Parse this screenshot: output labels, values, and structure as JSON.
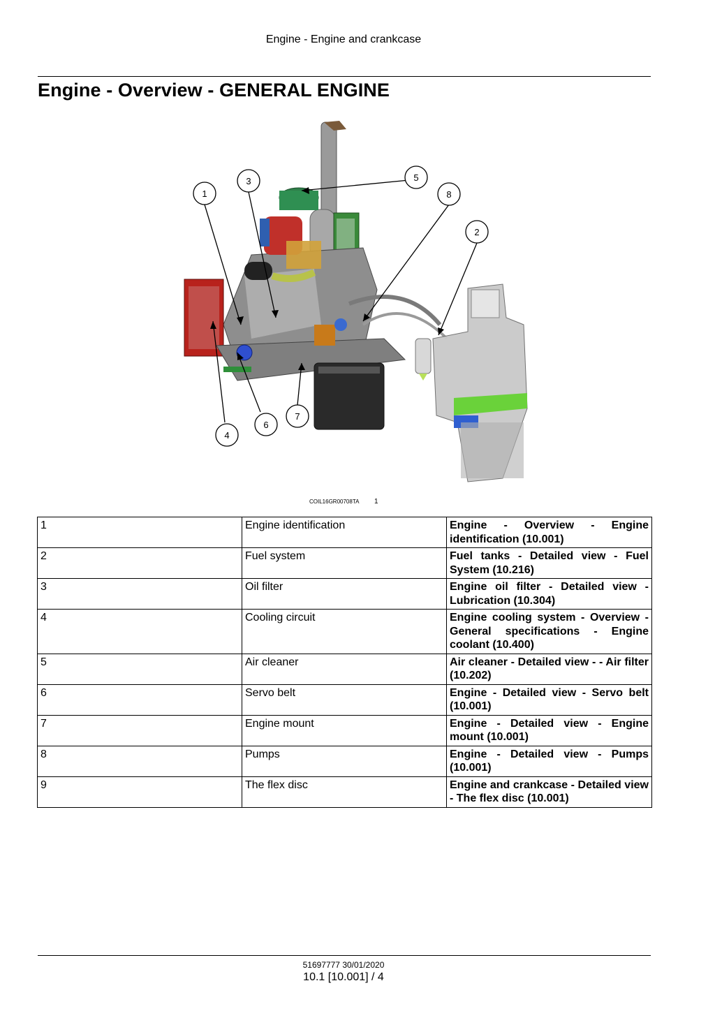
{
  "header": {
    "running_title": "Engine - Engine and crankcase"
  },
  "page_title": "Engine - Overview - GENERAL ENGINE",
  "figure": {
    "callouts": [
      "1",
      "3",
      "5",
      "8",
      "2",
      "4",
      "6",
      "7"
    ],
    "caption": "COIL16GR00708TA",
    "number": "1"
  },
  "table": {
    "rows": [
      {
        "num": "1",
        "component": "Engine identification",
        "reference": "Engine - Overview - Engine identification (10.001)"
      },
      {
        "num": "2",
        "component": "Fuel system",
        "reference": "Fuel tanks - Detailed view - Fuel System (10.216)"
      },
      {
        "num": "3",
        "component": "Oil filter",
        "reference": "Engine oil filter - Detailed view - Lubrication (10.304)"
      },
      {
        "num": "4",
        "component": "Cooling circuit",
        "reference": "Engine cooling system - Overview - General specifications - Engine coolant (10.400)"
      },
      {
        "num": "5",
        "component": "Air cleaner",
        "reference": "Air cleaner - Detailed view - - Air filter (10.202)"
      },
      {
        "num": "6",
        "component": "Servo belt",
        "reference": "Engine - Detailed view - Servo belt (10.001)"
      },
      {
        "num": "7",
        "component": "Engine mount",
        "reference": "Engine - Detailed view - Engine mount (10.001)"
      },
      {
        "num": "8",
        "component": "Pumps",
        "reference": "Engine - Detailed view - Pumps (10.001)"
      },
      {
        "num": "9",
        "component": "The flex disc",
        "reference": "Engine and crankcase - Detailed view - The flex disc (10.001)"
      }
    ]
  },
  "footer": {
    "doc_id": "51697777 30/01/2020",
    "page_ref": "10.1 [10.001] / 4"
  }
}
